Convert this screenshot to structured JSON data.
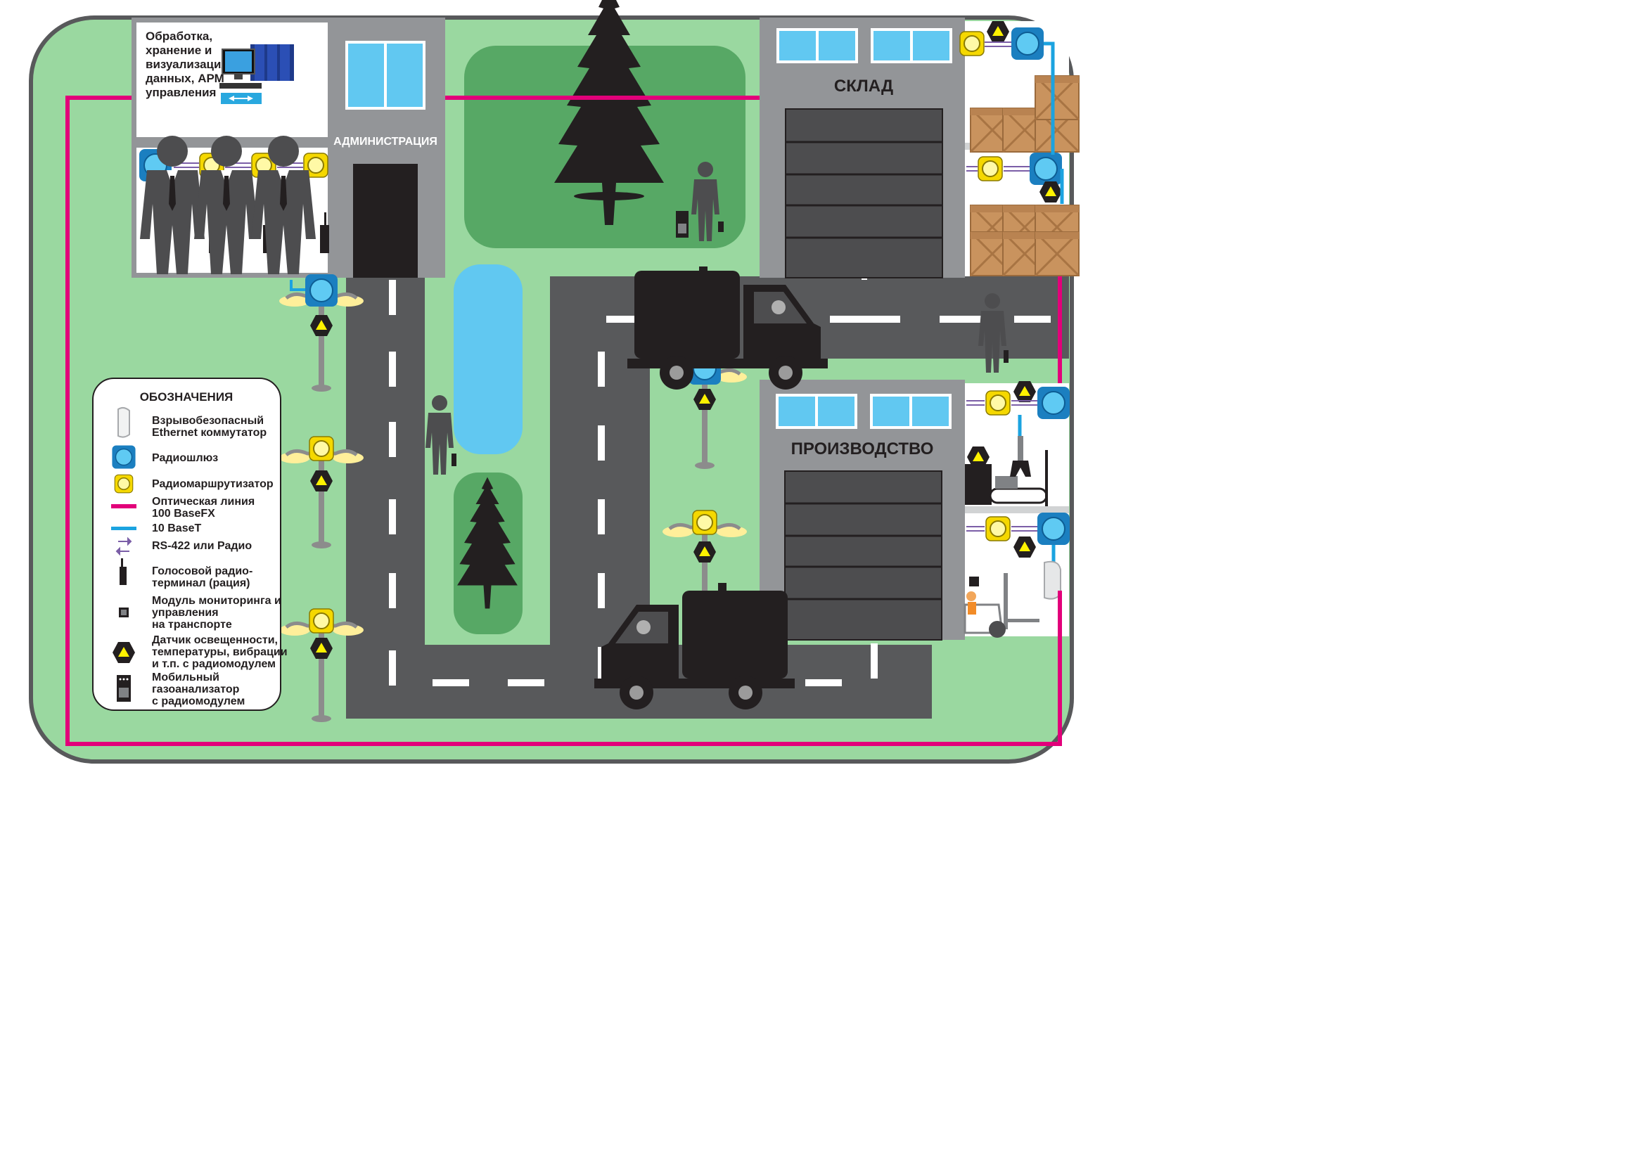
{
  "buildings": {
    "processing_title": "Обработка, хранение и визуализация данных, АРМ управления",
    "processing_lines": [
      "Обработка,",
      "хранение и",
      "визуализация",
      "данных, АРМ",
      "управления"
    ],
    "administration": "АДМИНИСТРАЦИЯ",
    "warehouse": "СКЛАД",
    "production": "ПРОИЗВОДСТВО"
  },
  "legend": {
    "title": "ОБОЗНАЧЕНИЯ",
    "items": [
      {
        "icon": "ethernet-switch-icon",
        "lines": [
          "Взрывобезопасный",
          "Ethernet коммутатор"
        ]
      },
      {
        "icon": "radio-gateway-icon",
        "lines": [
          "Радиошлюз"
        ]
      },
      {
        "icon": "radio-router-icon",
        "lines": [
          "Радиомаршрутизатор"
        ]
      },
      {
        "icon": "optical-line-icon",
        "lines": [
          "Оптическая линия",
          "100 BaseFX"
        ]
      },
      {
        "icon": "baset-line-icon",
        "lines": [
          "10 BaseT"
        ]
      },
      {
        "icon": "rs422-arrows-icon",
        "lines": [
          "RS-422 или Радио"
        ]
      },
      {
        "icon": "voice-radio-icon",
        "lines": [
          "Голосовой радио-",
          "терминал (рация)"
        ]
      },
      {
        "icon": "vehicle-module-icon",
        "lines": [
          "Модуль мониторинга и",
          "управления",
          "на транспорте"
        ]
      },
      {
        "icon": "sensor-hexagon-icon",
        "lines": [
          "Датчик освещенности,",
          "температуры, вибрации",
          "и т.п. с радиомодулем"
        ]
      },
      {
        "icon": "gas-analyzer-icon",
        "lines": [
          "Мобильный",
          "газоанализатор",
          "с радиомодулем"
        ]
      }
    ]
  },
  "colors": {
    "optical": "#e2007a",
    "baset": "#1ba3e0",
    "grass": "#9ad8a0",
    "dark_grass": "#57a865",
    "road": "#58595b",
    "building": "#939598",
    "window": "#61c8f1",
    "gateway": "#29a8df",
    "router": "#fff200",
    "sensor": "#231f20"
  }
}
